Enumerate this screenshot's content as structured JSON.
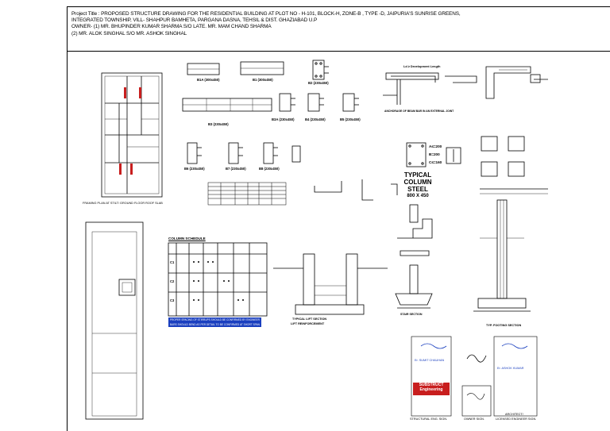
{
  "header": {
    "line1": "Project Title : PROPOSED STRUCTURE DRAWING  FOR THE RESIDENTIAL  BUILDING AT  PLOT NO - H-101, BLOCK-H, ZONE-B , TYPE -D, JAIPURIA'S SUNRISE GREENS,",
    "line2": " INTEGRATED TOWNSHIP, VILL- SHAHPUR BAMHETA, PARGANA DASNA, TEHSIL & DIST. GHAZIABAD U.P",
    "line3": "OWNER- (1)  MR. BHUPINDER KUMAR SHARMA  S/O LATE. MR. MAM CHAND SHARMA",
    "line4": "(2) MR. ALOK SINGHAL S/O MR. ASHOK SINGHAL"
  },
  "beams": {
    "b1a": "B1A (300x450)",
    "b1": "B1 (300x450)",
    "b2": "B2 (230x450)",
    "b3": "B3 (230x450)",
    "b3a": "B3A (230x450)",
    "b4": "B4 (230x450)",
    "b5": "B5 (230x450)",
    "b6": "B6 (230x450)",
    "b7": "B7 (230x450)",
    "b8": "B8 (230x450)"
  },
  "labels": {
    "framing_plan": "FRAMING PLAN AT STILT/ GROUND FLOOR ROOF SLAB",
    "ld_development": "Ld ≥ Development Length",
    "anchorage": "ANCHORAGE OF BEAM BAR IN AN EXTERNAL JOINT",
    "typical_column_1": "TYPICAL",
    "typical_column_2": "COLUMN STEEL",
    "column_size": "800 X 450",
    "column_schedule": "COLUMN SCHEDULE",
    "lift_reinforcement": "LIFT REINFORCEMENT",
    "typical_lift_section": "TYPICAL LIFT SECTION",
    "footing_section": "TYP. FOOTING SECTION",
    "stair_section": "STAIR SECTION",
    "c1": "C1",
    "c2": "C2",
    "c3": "C3",
    "bar_a": "A≤=200",
    "bar_b": "B=200",
    "bar_c": "C≤=160"
  },
  "warnings": {
    "w1": "PROPER SPACING OF STIRRUPS SHOULD BE CONFIRMED BY ENGINEER",
    "w2": "BARS SHOULD BEND AS PER DETAIL TO BE CONFIRMED AT SHORT SPAN"
  },
  "signatures": {
    "structural": "STRUCTURAL ENG. SIGN.",
    "owner": "OWNER SIGN.",
    "architect": "ARCHITECT/",
    "licensed": "LICENSED ENGINEER SIGN.",
    "company_1": "SUBSTRUCT",
    "company_2": "Engineering",
    "engineer_name": "Er. SUMIT CHAUHAN",
    "architect_name": "Er. ASHOK KUMAR"
  },
  "colors": {
    "accent_red": "#c81e1e",
    "accent_blue": "#1a3fbf"
  }
}
